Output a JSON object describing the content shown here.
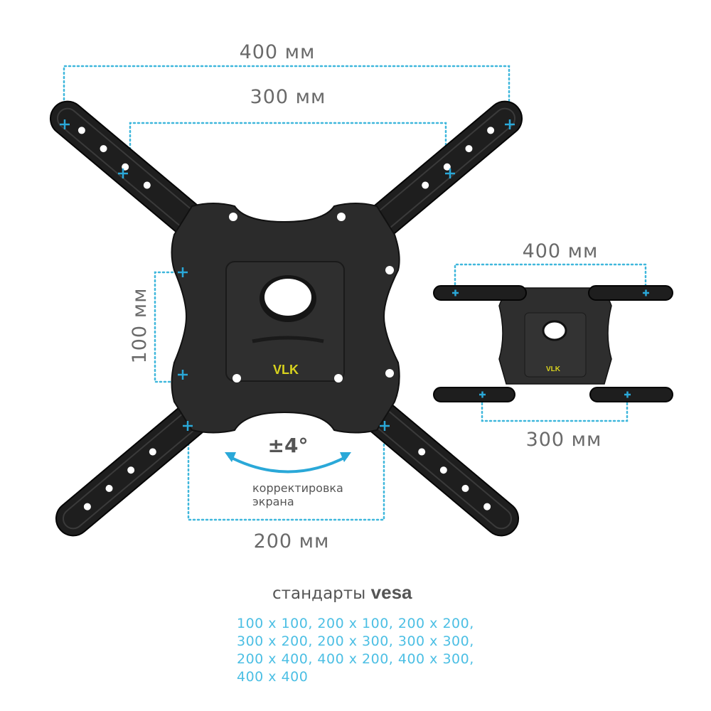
{
  "main_diagram": {
    "dim_top_outer": "400 мм",
    "dim_top_inner": "300 мм",
    "dim_left": "100 мм",
    "dim_bottom": "200 мм",
    "tilt_value": "±4°",
    "tilt_caption_line1": "корректировка",
    "tilt_caption_line2": "экрана",
    "logo": "VLK"
  },
  "small_diagram": {
    "dim_top": "400 мм",
    "dim_bottom": "300 мм",
    "logo": "VLK"
  },
  "vesa": {
    "title_prefix": "стандарты",
    "title_bold": "vesa",
    "lines": [
      "100 x 100, 200 x 100, 200 x 200,",
      "300 x 200, 200 x 300, 300 x 300,",
      "200 x 400, 400 x 200, 400 x 300,",
      "400 x 400"
    ]
  },
  "colors": {
    "accent": "#3fb7dc",
    "logo": "#d8d21e",
    "metal": "#2a2a2a"
  }
}
